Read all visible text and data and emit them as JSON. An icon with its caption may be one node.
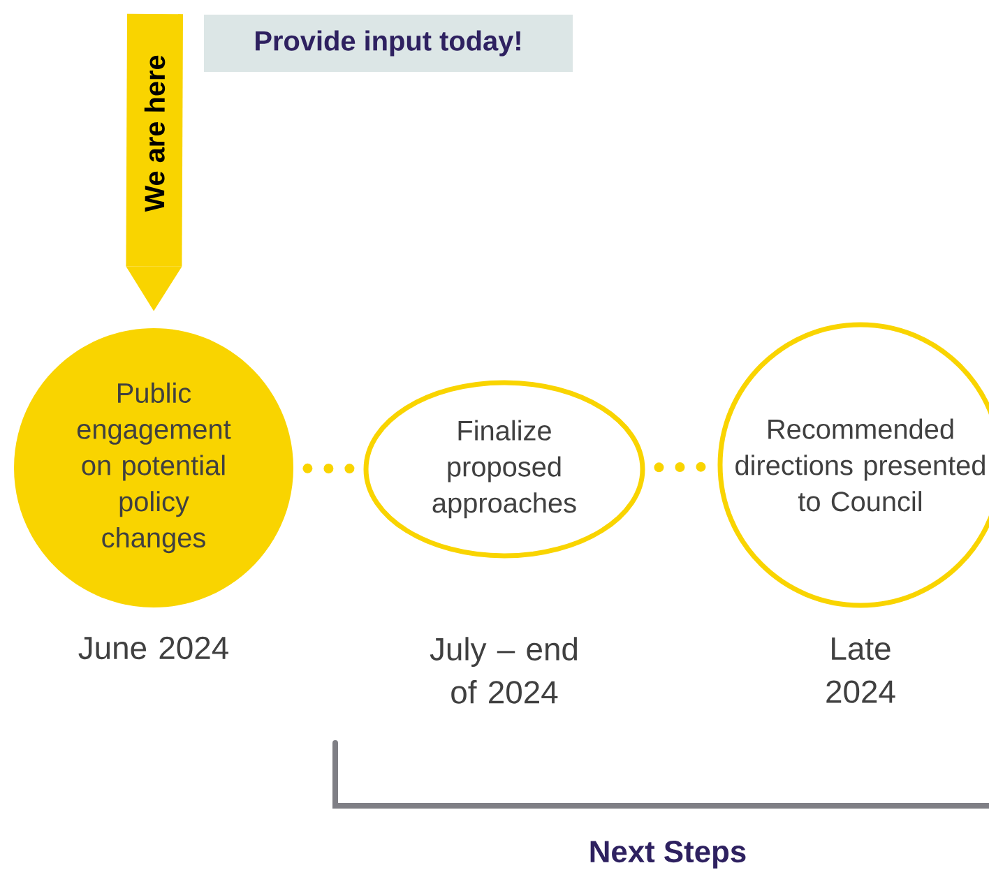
{
  "diagram": {
    "nodes": [
      {
        "text": [
          "Provide input today!"
        ]
      },
      {
        "text": [
          "Public engagement on potential policy changes"
        ],
        "beside": [
          "June 2024"
        ]
      },
      {
        "text": [
          "Finalize proposed approaches"
        ],
        "beside": [
          "July – end of 2024"
        ]
      },
      {
        "text": [
          "Recommended directions presented to Council"
        ],
        "beside": [
          "Late 2024"
        ]
      }
    ],
    "edges": [
      {
        "from": null,
        "to": 1,
        "arrow": "to",
        "label": "We are here",
        "style": "thick"
      },
      {
        "from": 1,
        "to": 2,
        "arrow": "none",
        "style": "dashed"
      },
      {
        "from": 2,
        "to": 3,
        "arrow": "none",
        "style": "dashed"
      }
    ],
    "labels": [
      "Next Steps"
    ]
  }
}
